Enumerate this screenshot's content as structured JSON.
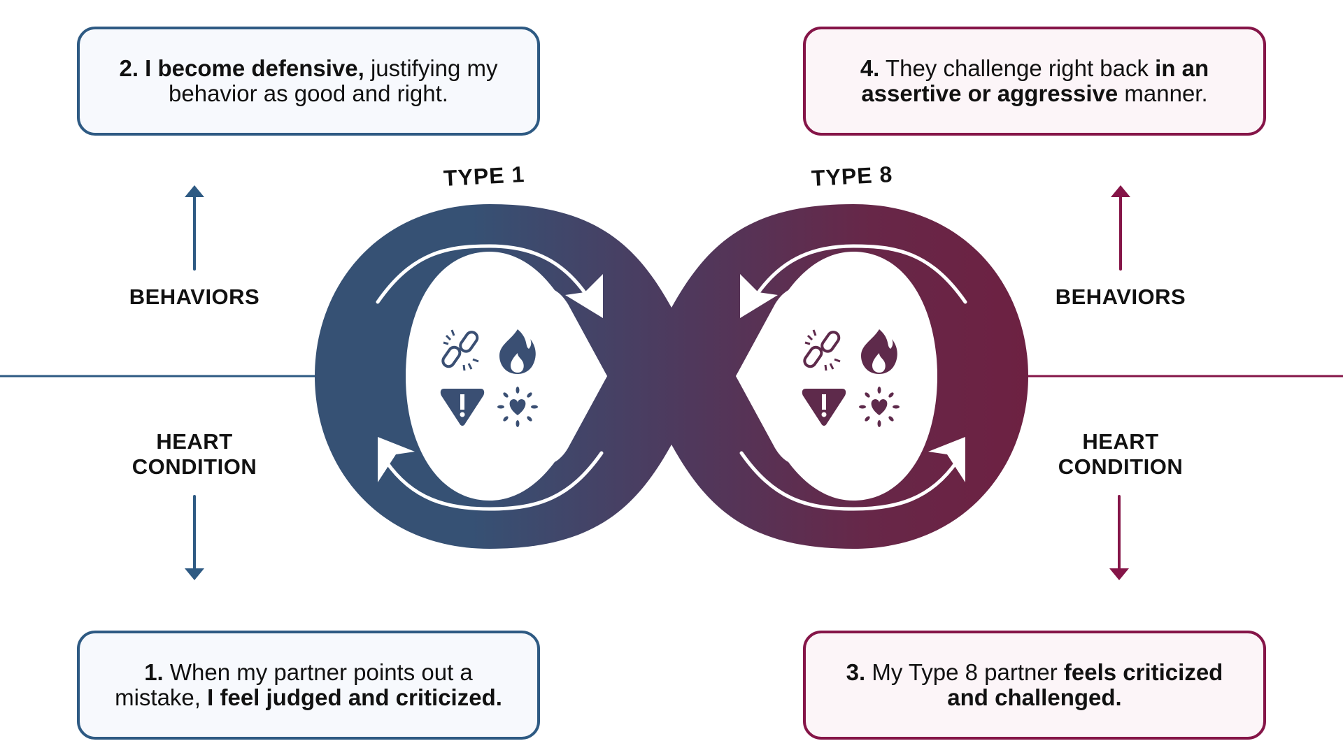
{
  "diagram": {
    "title_left_type": "TYPE 1",
    "title_right_type": "TYPE 8",
    "colors": {
      "type1_blue": "#2e5a83",
      "type1_loop": "#365174",
      "type8_red": "#851548",
      "type8_loop": "#6b2343",
      "box_blue_bg": "#f7f9fd",
      "box_red_bg": "#fcf5f8"
    },
    "left_side": {
      "behaviors_label": "BEHAVIORS",
      "heart_label_line1": "HEART",
      "heart_label_line2": "CONDITION"
    },
    "right_side": {
      "behaviors_label": "BEHAVIORS",
      "heart_label_line1": "HEART",
      "heart_label_line2": "CONDITION"
    },
    "boxes": {
      "step1": {
        "number": "1.",
        "text_normal": " When my partner points out a mistake, ",
        "text_bold": "I feel judged and criticized."
      },
      "step2": {
        "number_bold": "2. I become defensive,",
        "text_normal": " justifying my behavior as good and right."
      },
      "step3": {
        "number": "3.",
        "text_normal": " My Type 8 partner ",
        "text_bold": "feels criticized and challenged."
      },
      "step4": {
        "number": "4.",
        "text_normal": " They challenge right back ",
        "text_bold": "in an assertive or aggressive",
        "text_end": " manner."
      }
    },
    "icons": [
      "broken-link-icon",
      "fire-icon",
      "warning-icon",
      "heart-burst-icon"
    ]
  }
}
